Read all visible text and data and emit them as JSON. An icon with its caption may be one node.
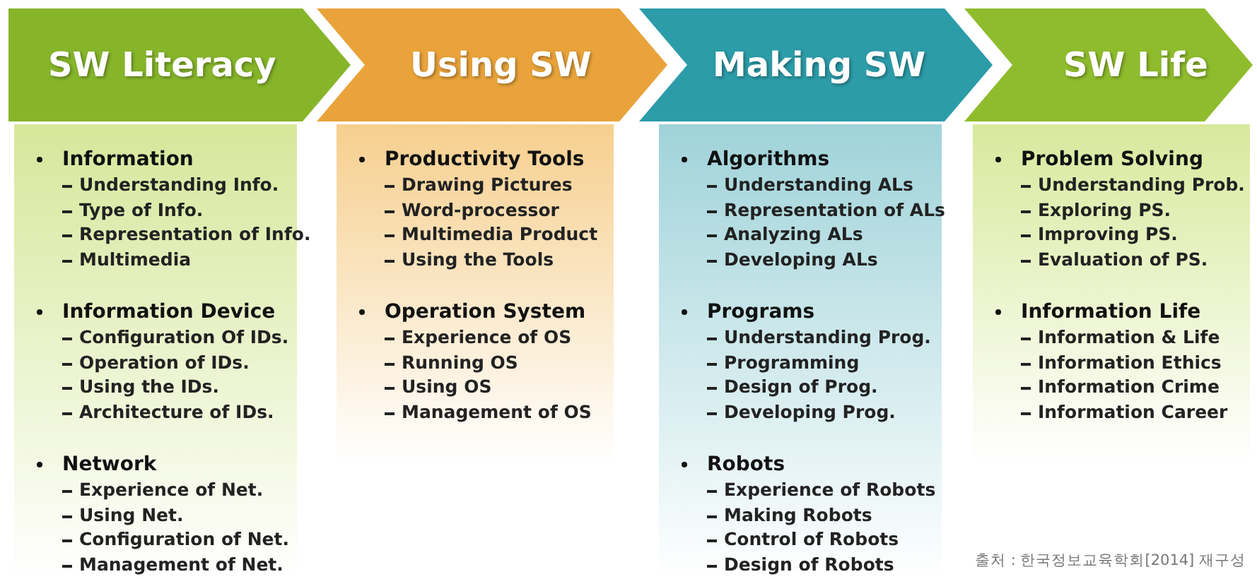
{
  "diagram": {
    "caption": "출처 : 한국정보교육학회[2014] 재구성",
    "nodes": [
      {
        "text": [
          "SW Literacy"
        ]
      },
      {
        "text": [
          "Using SW"
        ]
      },
      {
        "text": [
          "Making SW"
        ]
      },
      {
        "text": [
          "SW Life"
        ]
      },
      {
        "text": [],
        "shape": "box"
      },
      {
        "text": [
          "Information",
          "Understanding Info.",
          "Type of Info.",
          "Representation of Info.",
          "Multimedia"
        ],
        "in": 4
      },
      {
        "text": [
          "Information Device",
          "Configuration Of IDs.",
          "Operation of IDs.",
          "Using the IDs.",
          "Architecture of IDs."
        ],
        "in": 4
      },
      {
        "text": [
          "Network",
          "Experience of Net.",
          "Using Net.",
          "Configuration of Net.",
          "Management of Net."
        ],
        "in": 4
      },
      {
        "text": [],
        "shape": "box"
      },
      {
        "text": [
          "Productivity Tools",
          "Drawing Pictures",
          "Word-processor",
          "Multimedia Product",
          "Using the Tools"
        ],
        "in": 8
      },
      {
        "text": [
          "Operation System",
          "Experience of OS",
          "Running OS",
          "Using OS",
          "Management of OS"
        ],
        "in": 8
      },
      {
        "text": [],
        "shape": "box"
      },
      {
        "text": [
          "Algorithms",
          "Understanding ALs",
          "Representation of ALs",
          "Analyzing ALs",
          "Developing ALs"
        ],
        "in": 11
      },
      {
        "text": [
          "Programs",
          "Understanding Prog.",
          "Programming",
          "Design of Prog.",
          "Developing Prog."
        ],
        "in": 11
      },
      {
        "text": [
          "Robots",
          "Experience of Robots",
          "Making Robots",
          "Control of Robots",
          "Design of Robots"
        ],
        "in": 11
      },
      {
        "text": [],
        "shape": "box"
      },
      {
        "text": [
          "Problem Solving",
          "Understanding Prob.",
          "Exploring PS.",
          "Improving PS.",
          "Evaluation of PS."
        ],
        "in": 15
      },
      {
        "text": [
          "Information Life",
          "Information & Life",
          "Information Ethics",
          "Information Crime",
          "Information Career"
        ],
        "in": 15
      }
    ]
  }
}
